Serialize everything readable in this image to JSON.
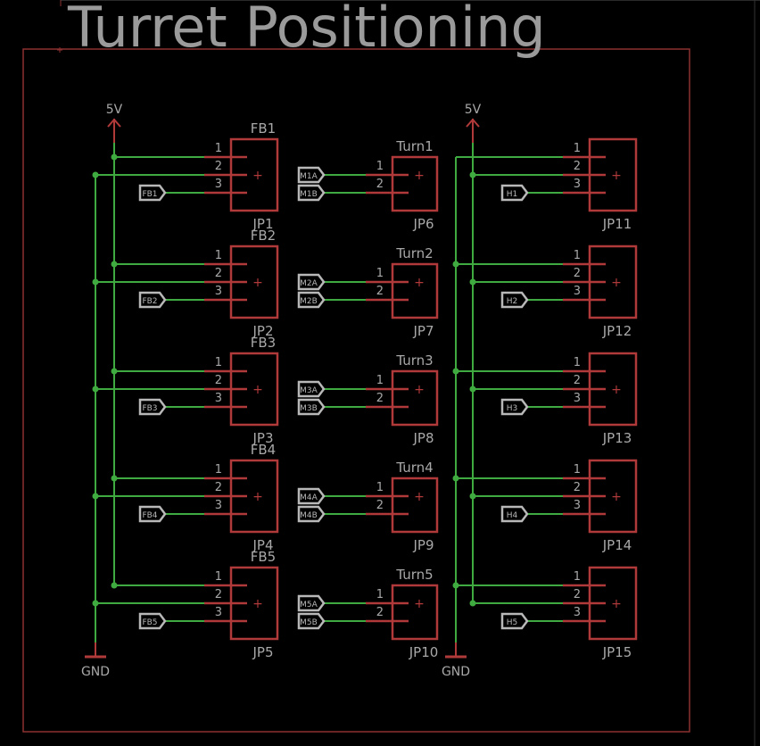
{
  "title": "Turret Positioning",
  "supply_label": "5V",
  "ground_label": "GND",
  "pin_numbers": [
    "1",
    "2",
    "3"
  ],
  "colors": {
    "background": "#000000",
    "part": "#b03a3a",
    "wire": "#3faa3f",
    "junction": "#3faa3f",
    "text": "#a8a8a8",
    "net_label": "#b8b8b8",
    "frame": "#8c3030",
    "title": "#9a9a9a"
  },
  "left_column": [
    {
      "name": "FB1",
      "designator": "JP1",
      "net": "FB1"
    },
    {
      "name": "FB2",
      "designator": "JP2",
      "net": "FB2"
    },
    {
      "name": "FB3",
      "designator": "JP3",
      "net": "FB3"
    },
    {
      "name": "FB4",
      "designator": "JP4",
      "net": "FB4"
    },
    {
      "name": "FB5",
      "designator": "JP5",
      "net": "FB5"
    }
  ],
  "middle_column": [
    {
      "name": "Turn1",
      "designator": "JP6",
      "nets": [
        "M1A",
        "M1B"
      ]
    },
    {
      "name": "Turn2",
      "designator": "JP7",
      "nets": [
        "M2A",
        "M2B"
      ]
    },
    {
      "name": "Turn3",
      "designator": "JP8",
      "nets": [
        "M3A",
        "M3B"
      ]
    },
    {
      "name": "Turn4",
      "designator": "JP9",
      "nets": [
        "M4A",
        "M4B"
      ]
    },
    {
      "name": "Turn5",
      "designator": "JP10",
      "nets": [
        "M5A",
        "M5B"
      ]
    }
  ],
  "right_column": [
    {
      "name": "",
      "designator": "JP11",
      "net": "H1"
    },
    {
      "name": "",
      "designator": "JP12",
      "net": "H2"
    },
    {
      "name": "",
      "designator": "JP13",
      "net": "H3"
    },
    {
      "name": "",
      "designator": "JP14",
      "net": "H4"
    },
    {
      "name": "",
      "designator": "JP15",
      "net": "H5"
    }
  ]
}
